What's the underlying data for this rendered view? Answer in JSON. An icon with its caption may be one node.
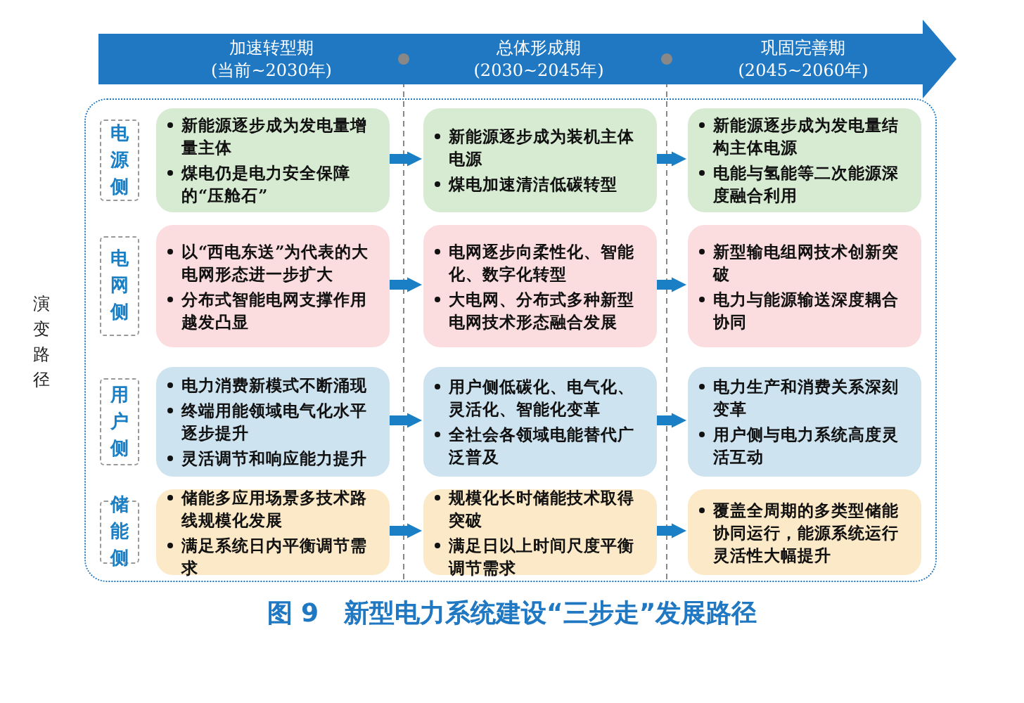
{
  "diagram": {
    "caption": "图 9　新型电力系统建设“三步走”发展路径",
    "nodes": [
      {
        "text": [],
        "shape": "arrow"
      },
      {
        "text": [
          "加速转型期",
          "(当前~2030年)"
        ],
        "in": 0
      },
      {
        "text": [
          "总体形成期",
          "(2030~2045年)"
        ],
        "in": 0
      },
      {
        "text": [
          "巩固完善期",
          "(2045~2060年)"
        ],
        "in": 0
      },
      {
        "text": [
          "演变路径"
        ]
      },
      {
        "text": [
          "电源侧"
        ],
        "in": 4
      },
      {
        "text": [
          "新能源逐步成为发电量增量主体",
          "煤电仍是电力安全保障的“压舱石”"
        ],
        "in": 4
      },
      {
        "text": [
          "新能源逐步成为装机主体电源",
          "煤电加速清洁低碳转型"
        ],
        "in": 4
      },
      {
        "text": [
          "新能源逐步成为发电量结构主体电源",
          "电能与氢能等二次能源深度融合利用"
        ],
        "in": 4
      },
      {
        "text": [
          "电网侧"
        ],
        "in": 4
      },
      {
        "text": [
          "以“西电东送”为代表的大电网形态进一步扩大",
          "分布式智能电网支撑作用越发凸显"
        ],
        "in": 4
      },
      {
        "text": [
          "电网逐步向柔性化、智能化、数字化转型",
          "大电网、分布式多种新型电网技术形态融合发展"
        ],
        "in": 4
      },
      {
        "text": [
          "新型输电组网技术创新突破",
          "电力与能源输送深度耦合协同"
        ],
        "in": 4
      },
      {
        "text": [
          "用户侧"
        ],
        "in": 4
      },
      {
        "text": [
          "电力消费新模式不断涌现",
          "终端用能领域电气化水平逐步提升",
          "灵活调节和响应能力提升"
        ],
        "in": 4
      },
      {
        "text": [
          "用户侧低碳化、电气化、灵活化、智能化变革",
          "全社会各领域电能替代广泛普及"
        ],
        "in": 4
      },
      {
        "text": [
          "电力生产和消费关系深刻变革",
          "用户侧与电力系统高度灵活互动"
        ],
        "in": 4
      },
      {
        "text": [
          "储能侧"
        ],
        "in": 4
      },
      {
        "text": [
          "储能多应用场景多技术路线规模化发展",
          "满足系统日内平衡调节需求"
        ],
        "in": 4
      },
      {
        "text": [
          "规模化长时储能技术取得突破",
          "满足日以上时间尺度平衡调节需求"
        ],
        "in": 4
      },
      {
        "text": [
          "覆盖全周期的多类型储能协同运行，能源系统运行灵活性大幅提升"
        ],
        "in": 4
      }
    ],
    "edges": [
      {
        "from": 6,
        "to": 7,
        "arrow": "to"
      },
      {
        "from": 7,
        "to": 8,
        "arrow": "to"
      },
      {
        "from": 10,
        "to": 11,
        "arrow": "to"
      },
      {
        "from": 11,
        "to": 12,
        "arrow": "to"
      },
      {
        "from": 14,
        "to": 15,
        "arrow": "to"
      },
      {
        "from": 15,
        "to": 16,
        "arrow": "to"
      },
      {
        "from": 18,
        "to": 19,
        "arrow": "to"
      },
      {
        "from": 19,
        "to": 20,
        "arrow": "to"
      }
    ]
  }
}
